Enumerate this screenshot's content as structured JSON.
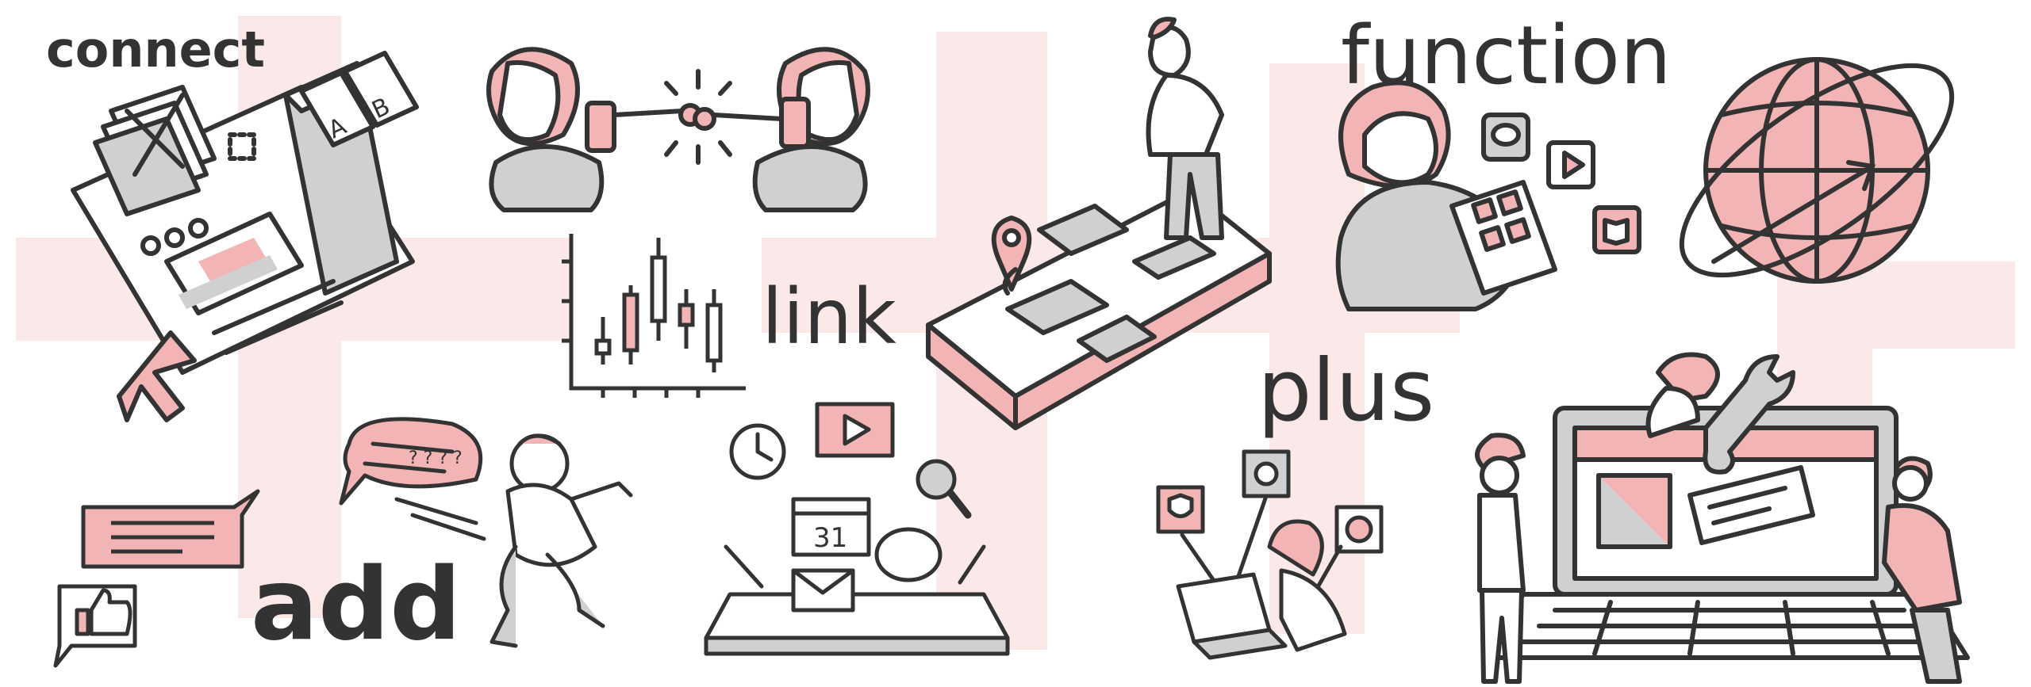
{
  "words": {
    "connect": "connect",
    "link": "link",
    "function": "function",
    "plus": "plus",
    "add": "add"
  },
  "labels": {
    "tab_a": "A",
    "tab_b": "B",
    "calendar_day": "31",
    "speech_marks": "? ? ? ?"
  },
  "colors": {
    "accent_pink": "#f2b4b4",
    "accent_pink_soft": "#fbe9e9",
    "line": "#333333",
    "gray_fill": "#d0d0d0",
    "background": "#ffffff"
  },
  "illustrations": [
    "web-page-cursor-illustration",
    "two-people-phones-linked-illustration",
    "candlestick-chart-icon",
    "person-on-map-illustration",
    "woman-with-tablet-apps-illustration",
    "globe-with-orbit-icon",
    "speech-bubble-likes-icon",
    "running-man-with-speech-bubble",
    "tablet-with-app-icons-illustration",
    "person-at-laptop-with-icons",
    "workers-building-laptop-illustration"
  ]
}
